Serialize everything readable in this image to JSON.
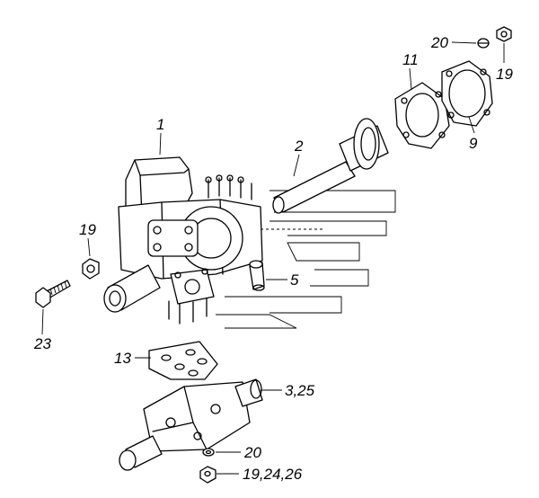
{
  "callouts": {
    "c1": "1",
    "c2": "2",
    "c5": "5",
    "c9": "9",
    "c11": "11",
    "c13": "13",
    "c19_top": "19",
    "c19_left": "19",
    "c20_top": "20",
    "c20_bottom": "20",
    "c23": "23",
    "c325": "3,25",
    "c192426": "19,24,26"
  }
}
